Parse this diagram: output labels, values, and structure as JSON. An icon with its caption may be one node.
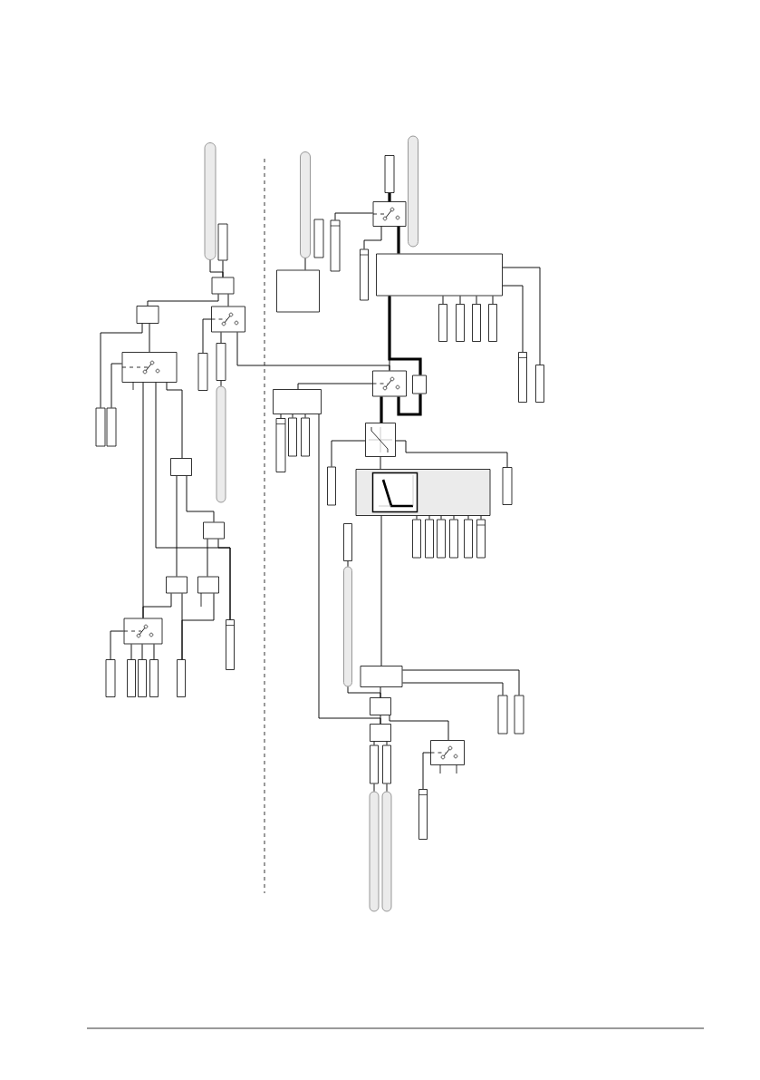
{
  "diagram": {
    "nodes": [
      {
        "text": [],
        "shape": "bar"
      },
      {
        "text": [],
        "shape": "box"
      },
      {
        "text": [],
        "shape": "box"
      },
      {
        "text": [],
        "shape": "box"
      },
      {
        "text": [],
        "shape": "switch"
      },
      {
        "text": [],
        "shape": "switch"
      },
      {
        "text": [],
        "shape": "box"
      },
      {
        "text": [],
        "shape": "box"
      },
      {
        "text": [],
        "shape": "bar"
      },
      {
        "text": [],
        "shape": "box"
      },
      {
        "text": [],
        "shape": "box"
      },
      {
        "text": [],
        "shape": "box"
      },
      {
        "text": [],
        "shape": "box"
      },
      {
        "text": [],
        "shape": "box"
      },
      {
        "text": [],
        "shape": "box"
      },
      {
        "text": [],
        "shape": "switch"
      },
      {
        "text": [],
        "shape": "box"
      },
      {
        "text": [],
        "shape": "box"
      },
      {
        "text": [],
        "shape": "box"
      },
      {
        "text": [],
        "shape": "box"
      },
      {
        "text": [],
        "shape": "box"
      },
      {
        "text": [],
        "shape": "box"
      },
      {
        "text": [],
        "shape": "bar"
      },
      {
        "text": [],
        "shape": "box"
      },
      {
        "text": [],
        "shape": "box"
      },
      {
        "text": [],
        "shape": "box"
      },
      {
        "text": [],
        "shape": "box"
      },
      {
        "text": [],
        "shape": "switch"
      },
      {
        "text": [],
        "shape": "bar"
      },
      {
        "text": [],
        "shape": "box"
      },
      {
        "text": [],
        "shape": "box"
      },
      {
        "text": [],
        "shape": "box"
      },
      {
        "text": [],
        "shape": "box"
      },
      {
        "text": [],
        "shape": "box"
      },
      {
        "text": [],
        "shape": "box"
      },
      {
        "text": [],
        "shape": "box"
      },
      {
        "text": [],
        "shape": "box"
      },
      {
        "text": [],
        "shape": "switch"
      },
      {
        "text": [],
        "shape": "box"
      },
      {
        "text": [],
        "shape": "box"
      },
      {
        "text": [],
        "shape": "box"
      },
      {
        "text": [],
        "shape": "box"
      },
      {
        "text": [],
        "shape": "box"
      },
      {
        "text": [],
        "shape": "box"
      },
      {
        "text": [],
        "shape": "box"
      },
      {
        "text": [],
        "shape": "panel"
      },
      {
        "text": [],
        "shape": "box",
        "in": 45
      },
      {
        "text": [],
        "shape": "box"
      },
      {
        "text": [],
        "shape": "box"
      },
      {
        "text": [],
        "shape": "box"
      },
      {
        "text": [],
        "shape": "box"
      },
      {
        "text": [],
        "shape": "box"
      },
      {
        "text": [],
        "shape": "box"
      },
      {
        "text": [],
        "shape": "box"
      },
      {
        "text": [],
        "shape": "box"
      },
      {
        "text": [],
        "shape": "bar"
      },
      {
        "text": [],
        "shape": "box"
      },
      {
        "text": [],
        "shape": "box"
      },
      {
        "text": [],
        "shape": "box"
      },
      {
        "text": [],
        "shape": "box"
      },
      {
        "text": [],
        "shape": "box"
      },
      {
        "text": [],
        "shape": "switch"
      },
      {
        "text": [],
        "shape": "box"
      },
      {
        "text": [],
        "shape": "box"
      },
      {
        "text": [],
        "shape": "box"
      },
      {
        "text": [],
        "shape": "bar"
      },
      {
        "text": [],
        "shape": "bar"
      }
    ],
    "edges": [
      {
        "from": 0,
        "to": 2,
        "arrow": "none"
      },
      {
        "from": 1,
        "to": 2,
        "arrow": "none"
      },
      {
        "from": 2,
        "to": 3,
        "arrow": "none"
      },
      {
        "from": 2,
        "to": 4,
        "arrow": "none"
      },
      {
        "from": 3,
        "to": 5,
        "arrow": "none"
      },
      {
        "from": 3,
        "to": 9,
        "arrow": "none"
      },
      {
        "from": 4,
        "to": 6,
        "arrow": "none"
      },
      {
        "from": 4,
        "to": 7,
        "arrow": "none"
      },
      {
        "from": 7,
        "to": 8,
        "arrow": "none"
      },
      {
        "from": 4,
        "to": 37,
        "arrow": "none"
      },
      {
        "from": 5,
        "to": 10,
        "arrow": "none"
      },
      {
        "from": 5,
        "to": 15,
        "arrow": "none"
      },
      {
        "from": 5,
        "to": 21,
        "arrow": "none"
      },
      {
        "from": 12,
        "to": 21,
        "arrow": "none"
      },
      {
        "from": 5,
        "to": 11,
        "arrow": "none"
      },
      {
        "from": 11,
        "to": 12,
        "arrow": "none"
      },
      {
        "from": 11,
        "to": 13,
        "arrow": "none"
      },
      {
        "from": 12,
        "to": 14,
        "arrow": "none"
      },
      {
        "from": 13,
        "to": 15,
        "arrow": "none"
      },
      {
        "from": 13,
        "to": 20,
        "arrow": "none"
      },
      {
        "from": 14,
        "to": 20,
        "arrow": "none"
      },
      {
        "from": 15,
        "to": 16,
        "arrow": "none"
      },
      {
        "from": 15,
        "to": 17,
        "arrow": "none"
      },
      {
        "from": 15,
        "to": 18,
        "arrow": "none"
      },
      {
        "from": 15,
        "to": 19,
        "arrow": "none"
      },
      {
        "from": 22,
        "to": 23,
        "arrow": "none"
      },
      {
        "from": 25,
        "to": 27,
        "arrow": "none"
      },
      {
        "from": 26,
        "to": 27,
        "arrow": "none",
        "style": "thick"
      },
      {
        "from": 27,
        "to": 29,
        "arrow": "none"
      },
      {
        "from": 27,
        "to": 30,
        "arrow": "none",
        "style": "thick"
      },
      {
        "from": 30,
        "to": 31,
        "arrow": "none"
      },
      {
        "from": 30,
        "to": 32,
        "arrow": "none"
      },
      {
        "from": 30,
        "to": 33,
        "arrow": "none"
      },
      {
        "from": 30,
        "to": 34,
        "arrow": "none"
      },
      {
        "from": 30,
        "to": 36,
        "arrow": "none"
      },
      {
        "from": 30,
        "to": 35,
        "arrow": "none"
      },
      {
        "from": 30,
        "to": 37,
        "arrow": "none"
      },
      {
        "from": 30,
        "to": 38,
        "arrow": "none",
        "style": "thick"
      },
      {
        "from": 37,
        "to": 38,
        "arrow": "none",
        "style": "thick"
      },
      {
        "from": 37,
        "to": 39,
        "arrow": "none"
      },
      {
        "from": 39,
        "to": 40,
        "arrow": "none"
      },
      {
        "from": 39,
        "to": 41,
        "arrow": "none"
      },
      {
        "from": 39,
        "to": 42,
        "arrow": "none"
      },
      {
        "from": 39,
        "to": 58,
        "arrow": "none"
      },
      {
        "from": 37,
        "to": 43,
        "arrow": "none",
        "style": "thick"
      },
      {
        "from": 43,
        "to": 44,
        "arrow": "none"
      },
      {
        "from": 43,
        "to": 47,
        "arrow": "none"
      },
      {
        "from": 43,
        "to": 45,
        "arrow": "none"
      },
      {
        "from": 45,
        "to": 48,
        "arrow": "none"
      },
      {
        "from": 45,
        "to": 49,
        "arrow": "none"
      },
      {
        "from": 45,
        "to": 50,
        "arrow": "none"
      },
      {
        "from": 45,
        "to": 51,
        "arrow": "none"
      },
      {
        "from": 45,
        "to": 52,
        "arrow": "none"
      },
      {
        "from": 45,
        "to": 53,
        "arrow": "none"
      },
      {
        "from": 45,
        "to": 56,
        "arrow": "none"
      },
      {
        "from": 54,
        "to": 55,
        "arrow": "none"
      },
      {
        "from": 55,
        "to": 57,
        "arrow": "none"
      },
      {
        "from": 56,
        "to": 57,
        "arrow": "none"
      },
      {
        "from": 56,
        "to": 60,
        "arrow": "none"
      },
      {
        "from": 56,
        "to": 59,
        "arrow": "none"
      },
      {
        "from": 57,
        "to": 58,
        "arrow": "none"
      },
      {
        "from": 57,
        "to": 61,
        "arrow": "none"
      },
      {
        "from": 61,
        "to": 64,
        "arrow": "none"
      },
      {
        "from": 58,
        "to": 62,
        "arrow": "none"
      },
      {
        "from": 58,
        "to": 63,
        "arrow": "none"
      },
      {
        "from": 62,
        "to": 65,
        "arrow": "none"
      },
      {
        "from": 63,
        "to": 66,
        "arrow": "none"
      }
    ]
  }
}
